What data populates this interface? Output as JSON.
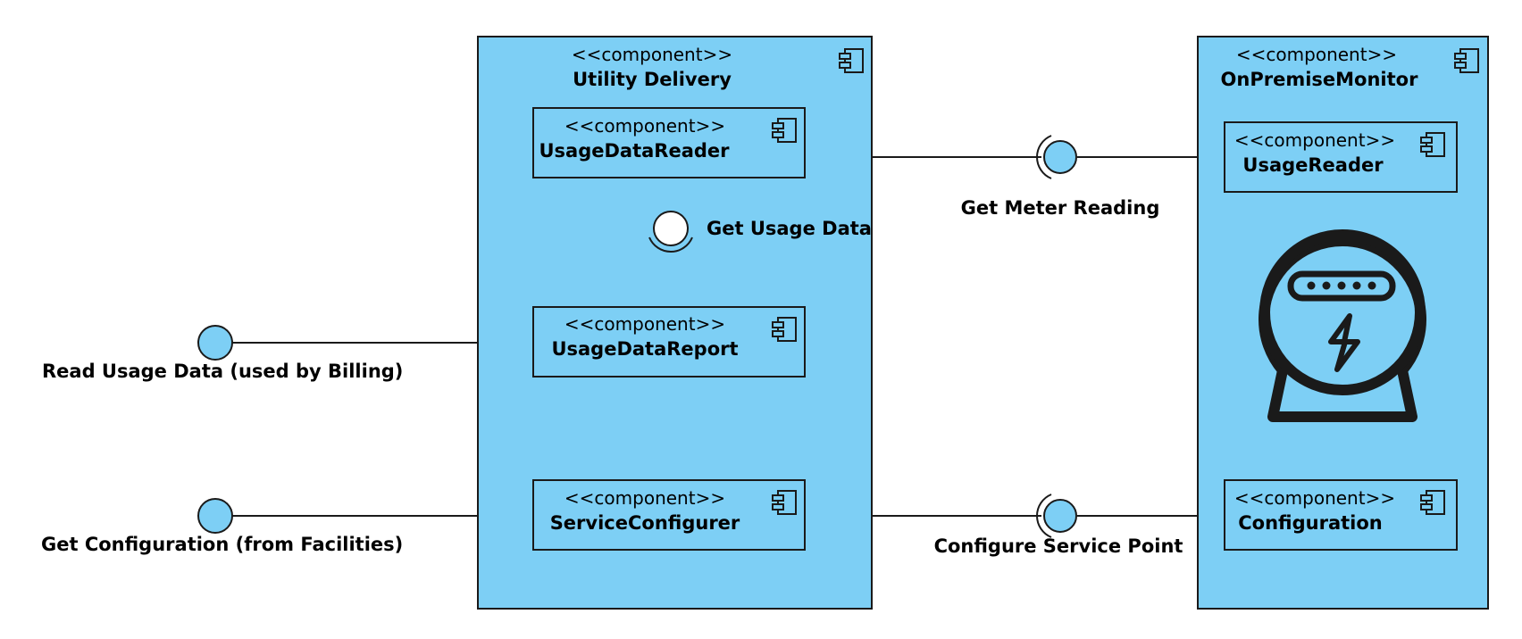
{
  "components": {
    "utility_delivery": {
      "stereotype": "<<component>>",
      "name": "Utility Delivery",
      "children": {
        "usage_data_reader": {
          "stereotype": "<<component>>",
          "name": "UsageDataReader"
        },
        "usage_data_report": {
          "stereotype": "<<component>>",
          "name": "UsageDataReport"
        },
        "service_configurer": {
          "stereotype": "<<component>>",
          "name": "ServiceConfigurer"
        }
      }
    },
    "on_premise_monitor": {
      "stereotype": "<<component>>",
      "name": "OnPremiseMonitor",
      "children": {
        "usage_reader": {
          "stereotype": "<<component>>",
          "name": "UsageReader"
        },
        "configuration": {
          "stereotype": "<<component>>",
          "name": "Configuration"
        }
      },
      "icon": "electric-meter-icon"
    }
  },
  "interfaces": {
    "get_usage_data": "Get Usage Data",
    "get_meter_reading": "Get Meter Reading",
    "read_usage_data": "Read Usage Data (used by Billing)",
    "get_configuration": "Get Configuration (from Facilities)",
    "configure_service_point": "Configure Service Point"
  },
  "colors": {
    "component_fill": "#7dcff5",
    "stroke": "#1a1a1a"
  }
}
